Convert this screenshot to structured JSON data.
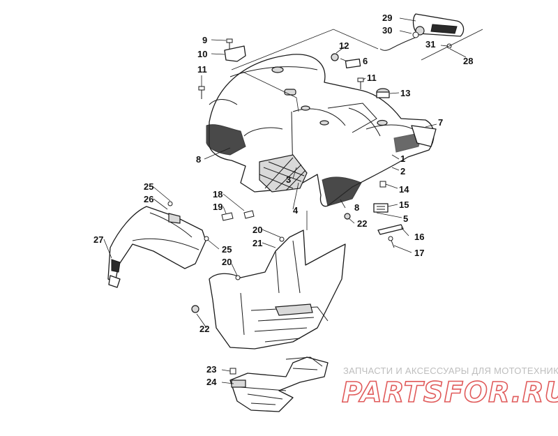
{
  "diagram": {
    "callouts": {
      "c1": "1",
      "c2": "2",
      "c3": "3",
      "c4": "4",
      "c5": "5",
      "c6": "6",
      "c7": "7",
      "c8a": "8",
      "c8b": "8",
      "c9": "9",
      "c10": "10",
      "c11a": "11",
      "c11b": "11",
      "c12": "12",
      "c13": "13",
      "c14": "14",
      "c15": "15",
      "c16": "16",
      "c17": "17",
      "c18": "18",
      "c19": "19",
      "c20a": "20",
      "c20b": "20",
      "c21": "21",
      "c22a": "22",
      "c22b": "22",
      "c23": "23",
      "c24": "24",
      "c25a": "25",
      "c25b": "25",
      "c26": "26",
      "c27": "27",
      "c28": "28",
      "c29": "29",
      "c30": "30",
      "c31": "31"
    }
  },
  "watermark": {
    "caption": "ЗАПЧАСТИ И АКСЕССУАРЫ ДЛЯ МОТОТЕХНИКИ",
    "logo": "PARTSFOR.RU",
    "logo_color": "#e05a5a"
  }
}
